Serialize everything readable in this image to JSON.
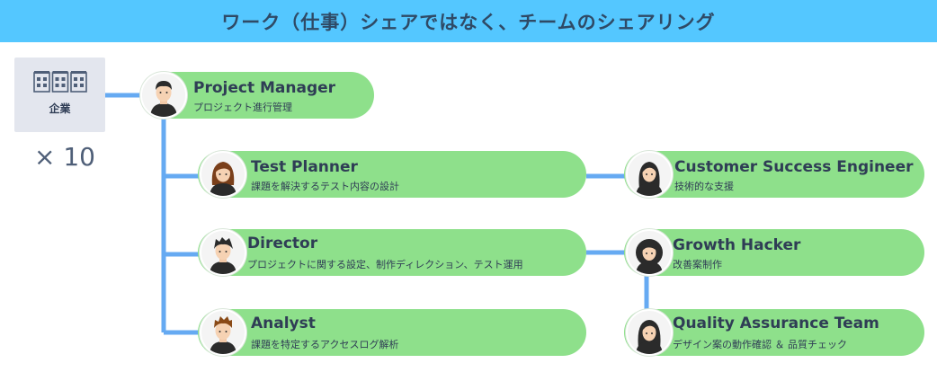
{
  "banner": {
    "title": "ワーク（仕事）シェアではなく、チームのシェアリング"
  },
  "company": {
    "label": "企業",
    "icon": "buildings-icon",
    "multiplier": "× 10"
  },
  "colors": {
    "banner": "#54c7ff",
    "node": "#8ee08b",
    "connector": "#66aaf2",
    "text": "#2f3d55"
  },
  "roles": {
    "project_manager": {
      "title": "Project Manager",
      "desc": "プロジェクト進行管理"
    },
    "test_planner": {
      "title": "Test Planner",
      "desc": "課題を解決するテスト内容の設計"
    },
    "cs_engineer": {
      "title": "Customer Success Engineer",
      "desc": "技術的な支援"
    },
    "director": {
      "title": "Director",
      "desc": "プロジェクトに関する設定、制作ディレクション、テスト運用"
    },
    "growth_hacker": {
      "title": "Growth Hacker",
      "desc": "改善案制作"
    },
    "analyst": {
      "title": "Analyst",
      "desc": "課題を特定するアクセスログ解析"
    },
    "qa_team": {
      "title": "Quality Assurance Team",
      "desc": "デザイン案の動作確認 ＆ 品質チェック"
    }
  }
}
